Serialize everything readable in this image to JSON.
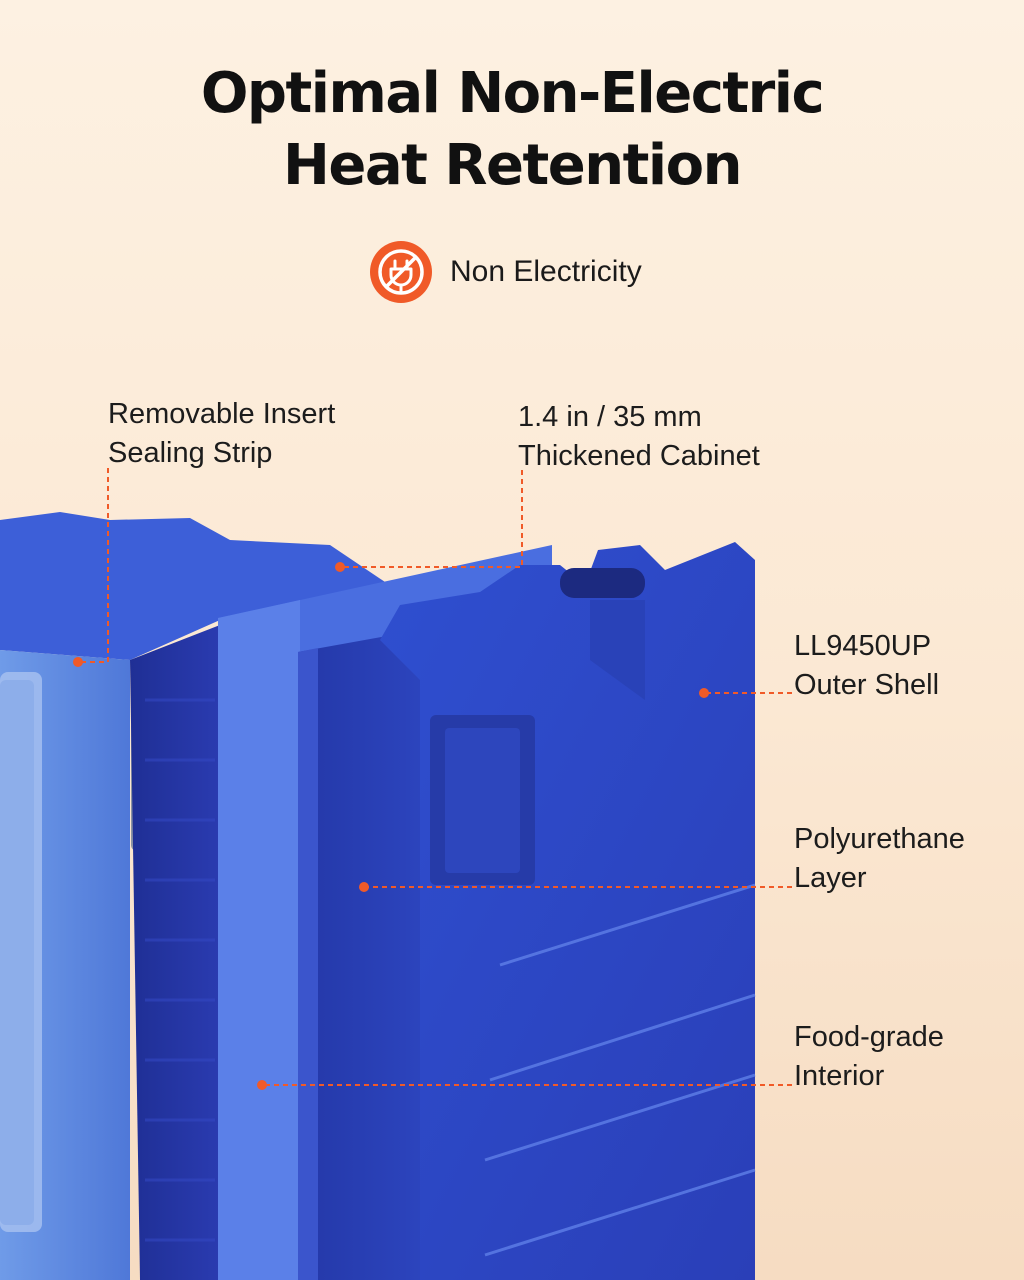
{
  "title": {
    "line1": "Optimal Non-Electric",
    "line2": "Heat Retention"
  },
  "badge": {
    "icon": "no-plug-icon",
    "label": "Non Electricity",
    "color": "#f05a28"
  },
  "callouts": {
    "sealing_strip": {
      "line1": "Removable Insert",
      "line2": "Sealing Strip"
    },
    "cabinet": {
      "line1": "1.4 in / 35 mm",
      "line2": "Thickened Cabinet"
    },
    "outer_shell": {
      "line1": "LL9450UP",
      "line2": "Outer Shell"
    },
    "polyurethane": {
      "line1": "Polyurethane",
      "line2": "Layer"
    },
    "interior": {
      "line1": "Food-grade",
      "line2": "Interior"
    }
  },
  "colors": {
    "accent": "#f05a28",
    "product_blue": "#2f4fd0",
    "background": "#fdf1e2"
  }
}
